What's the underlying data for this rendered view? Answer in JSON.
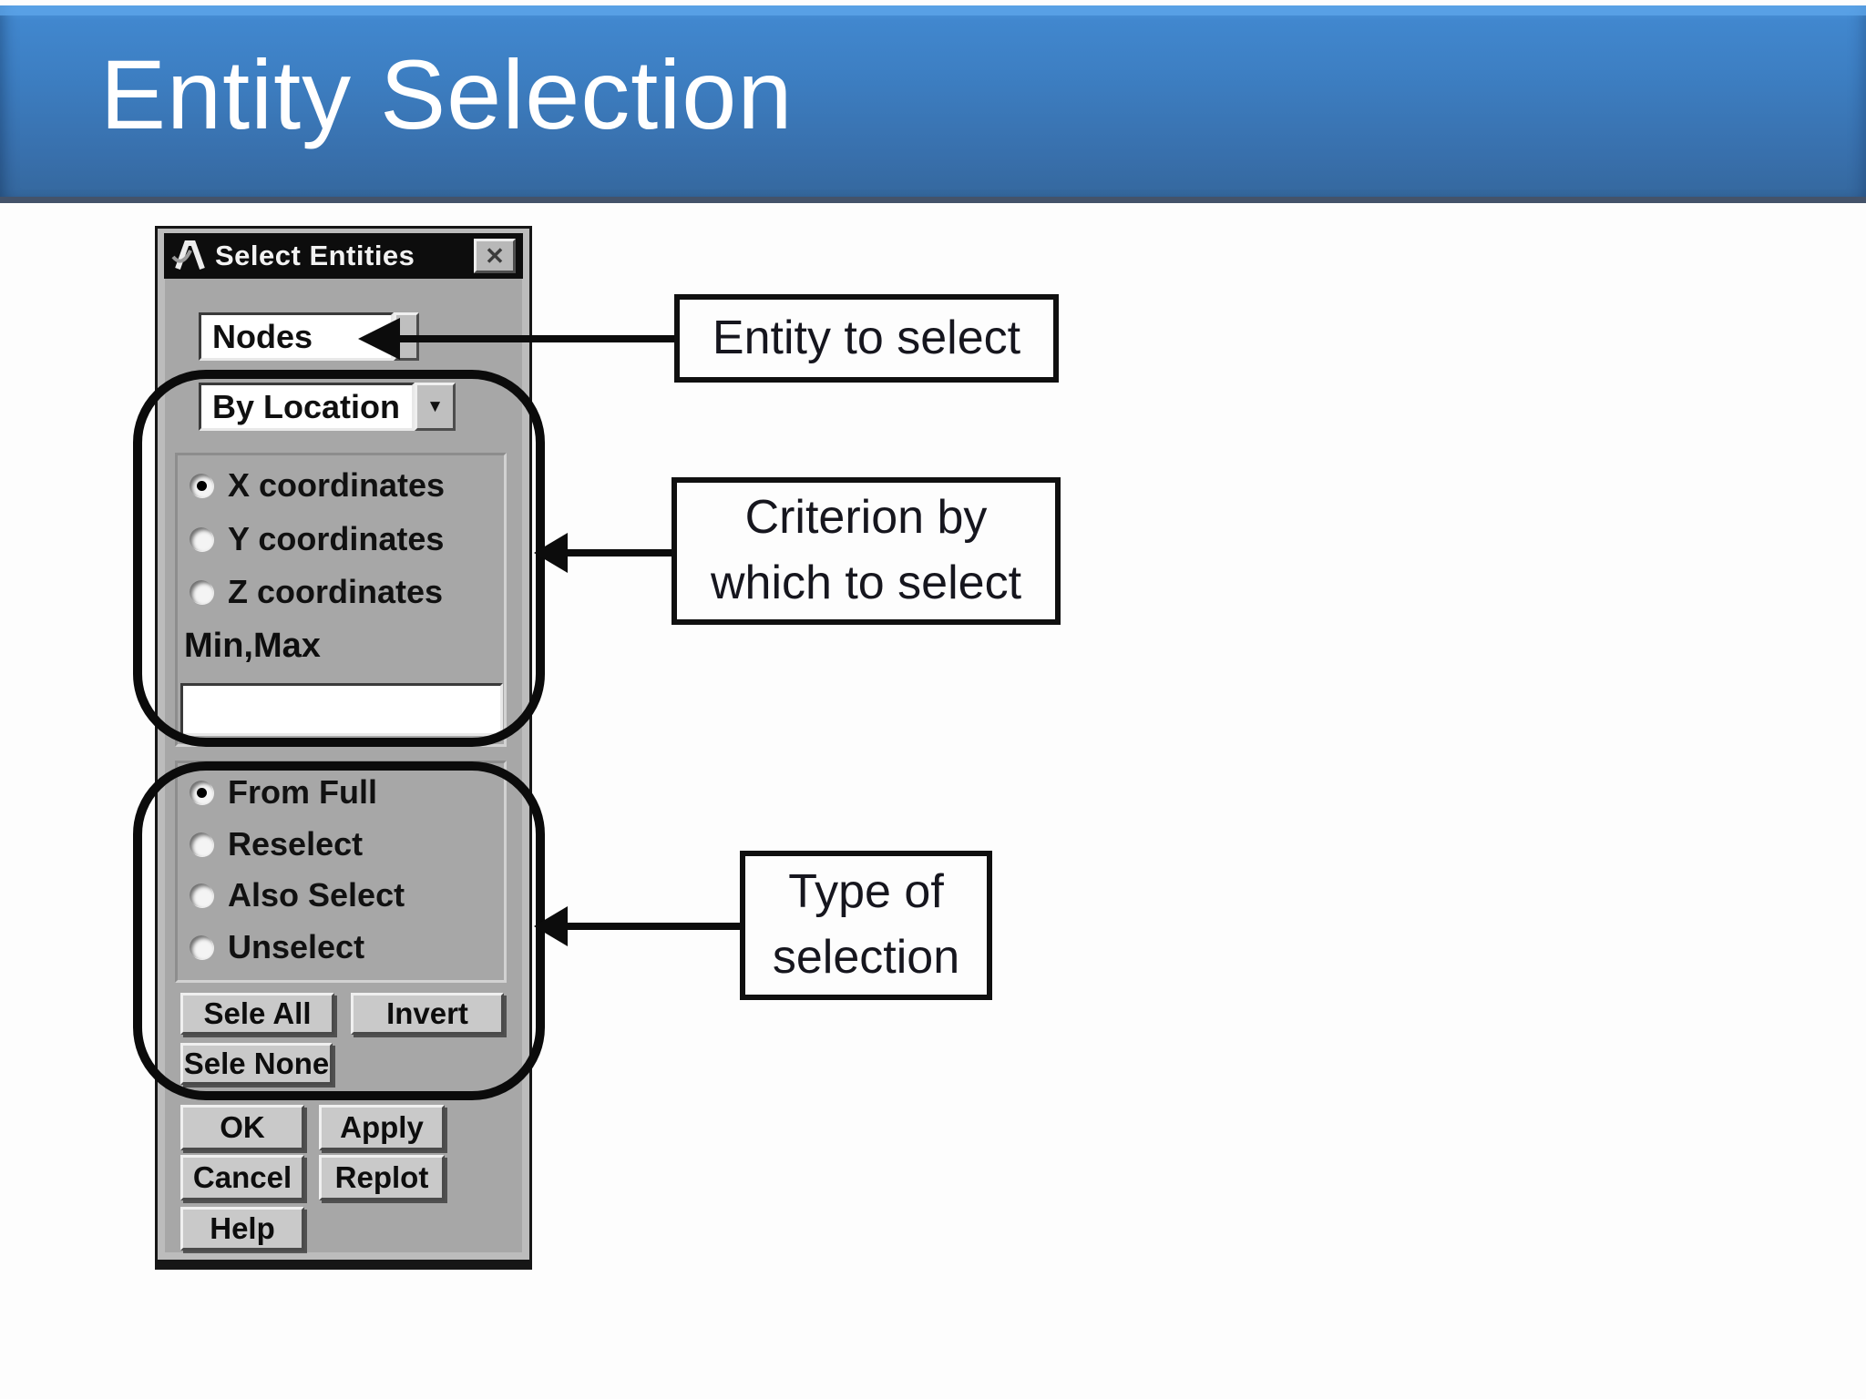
{
  "header": {
    "title": "Entity Selection"
  },
  "dialog": {
    "title": "Select Entities",
    "entity_select": {
      "value": "Nodes"
    },
    "criterion_select": {
      "value": "By Location"
    },
    "coordinate_radios": [
      {
        "label": "X coordinates",
        "selected": true
      },
      {
        "label": "Y coordinates",
        "selected": false
      },
      {
        "label": "Z coordinates",
        "selected": false
      }
    ],
    "minmax": {
      "label": "Min,Max",
      "value": ""
    },
    "selection_type_radios": [
      {
        "label": "From Full",
        "selected": true
      },
      {
        "label": "Reselect",
        "selected": false
      },
      {
        "label": "Also Select",
        "selected": false
      },
      {
        "label": "Unselect",
        "selected": false
      }
    ],
    "buttons": {
      "sele_all": "Sele All",
      "invert": "Invert",
      "sele_none": "Sele None",
      "ok": "OK",
      "apply": "Apply",
      "cancel": "Cancel",
      "replot": "Replot",
      "help": "Help"
    }
  },
  "callouts": {
    "entity": {
      "line1": "Entity to select",
      "line2": ""
    },
    "criterion": {
      "line1": "Criterion by",
      "line2": "which to select"
    },
    "type": {
      "line1": "Type of",
      "line2": "selection"
    }
  },
  "icons": {
    "close": "✕",
    "dropdown_arrow": "▼"
  },
  "colors": {
    "header_blue_top": "#4e97df",
    "header_blue_bottom": "#35689e",
    "header_edge": "#44536a",
    "dialog_gray": "#a7a7a7",
    "titlebar_black": "#0d0d0d",
    "annotation_black": "#0b0b0b"
  }
}
